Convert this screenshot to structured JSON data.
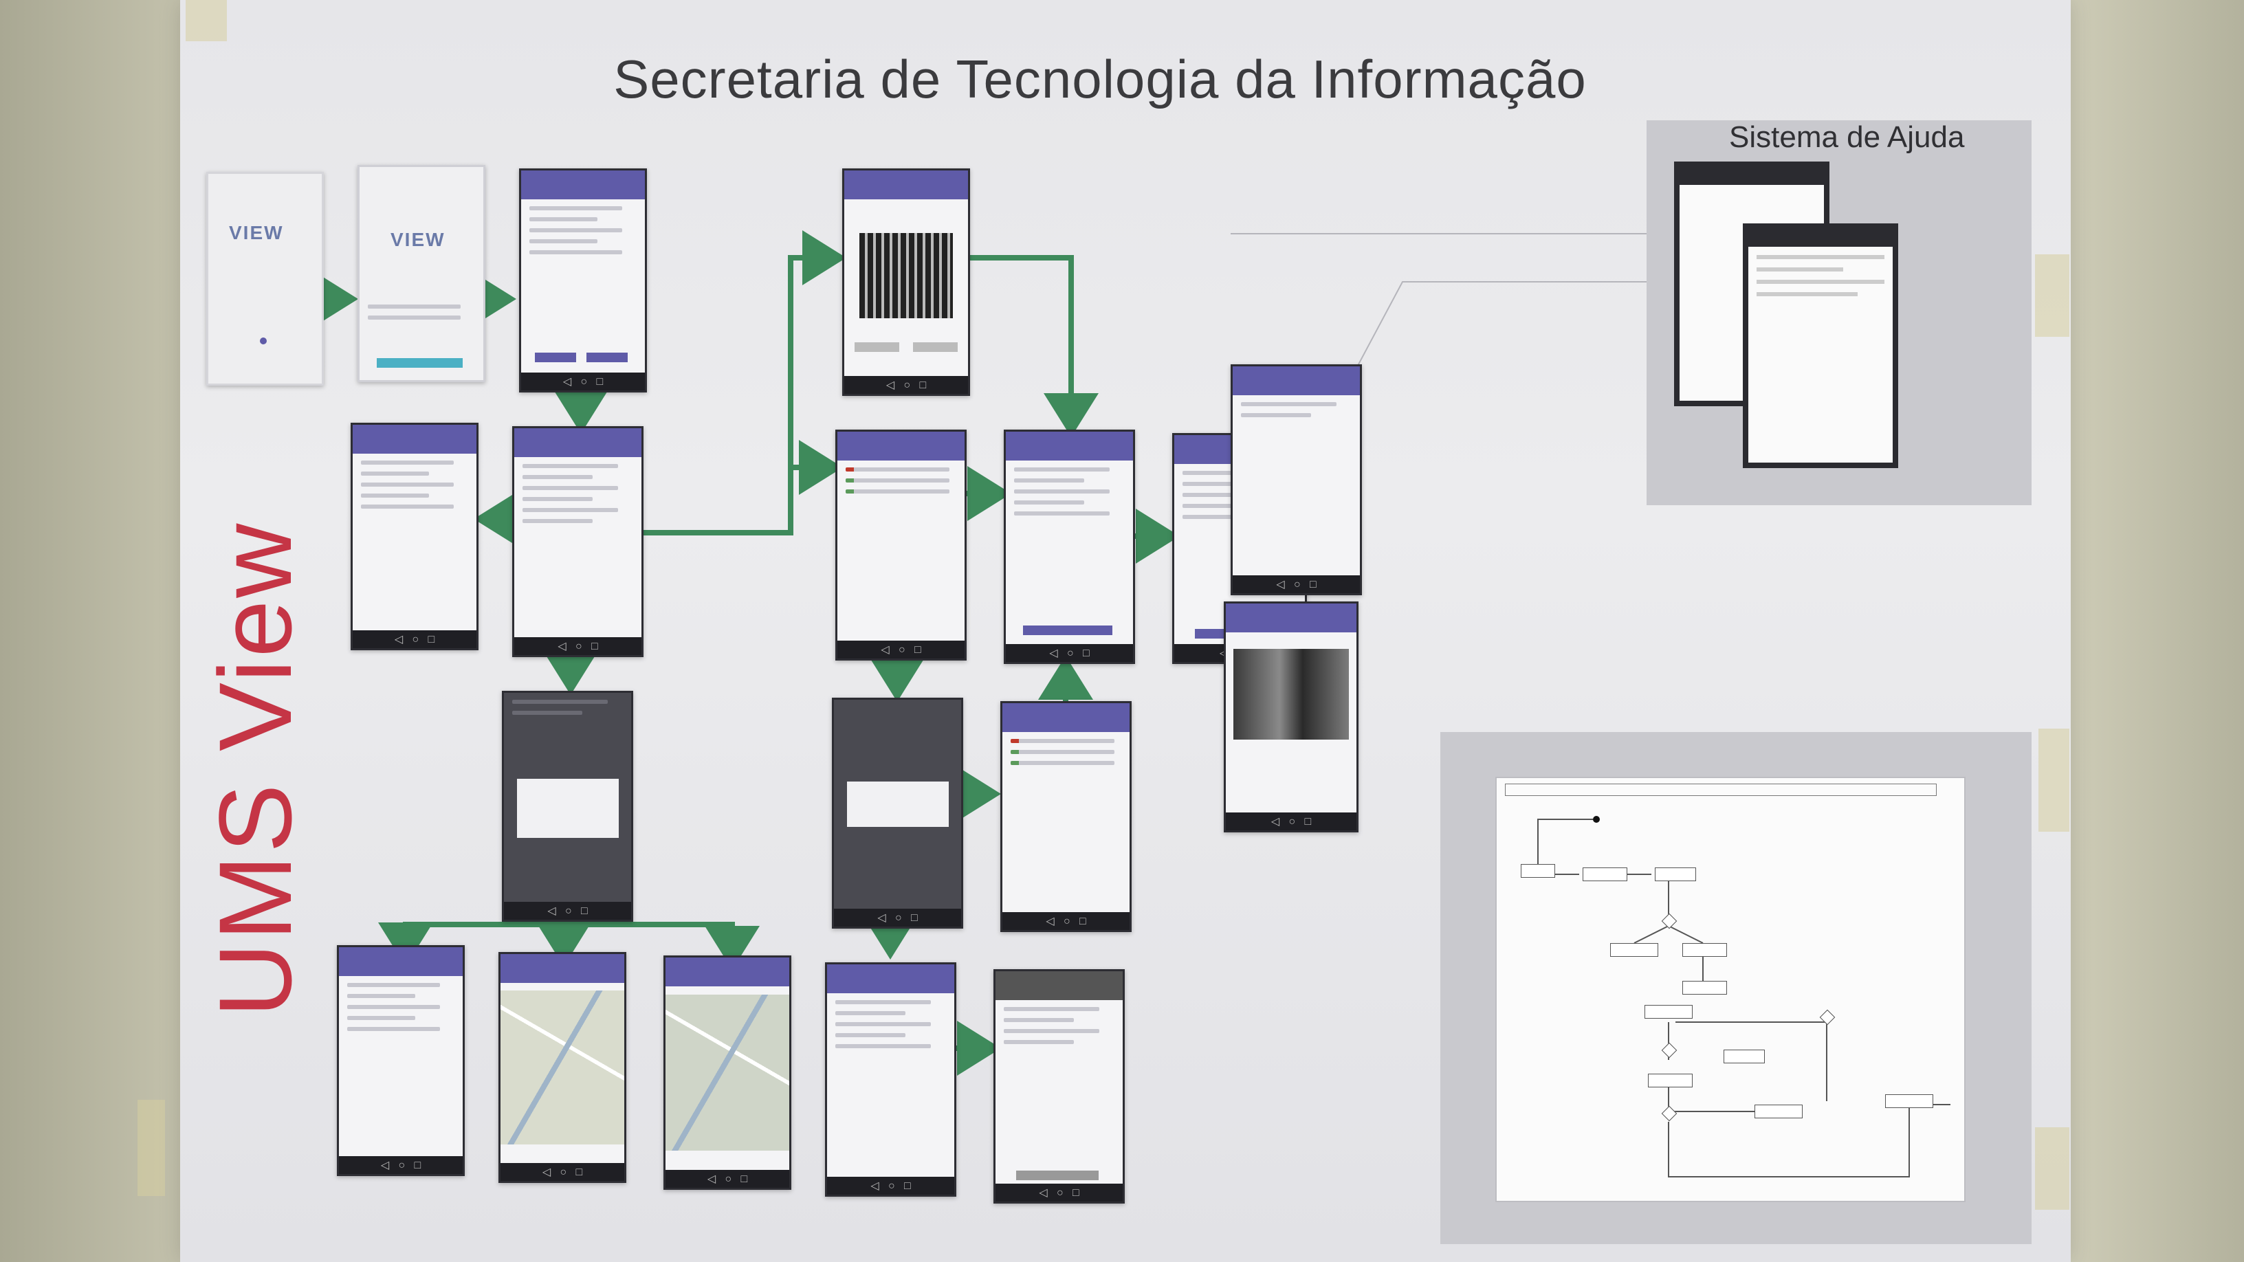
{
  "poster": {
    "title": "Secretaria de Tecnologia da Informação",
    "brand": "UMS View"
  },
  "login": {
    "logo_text": "VIEW"
  },
  "help_panel": {
    "title": "Sistema de Ajuda"
  },
  "colors": {
    "app_bar": "#5f5ba8",
    "arrow": "#3e8a5b",
    "brand_red": "#c53545"
  }
}
